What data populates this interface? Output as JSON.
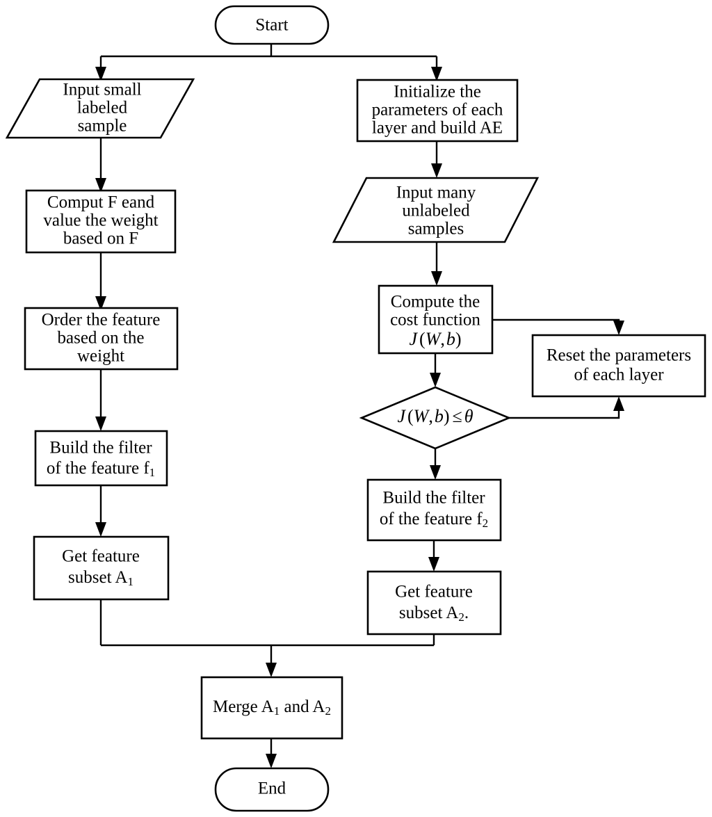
{
  "diagram": {
    "title": "Feature selection flowchart combining labeled-sample filtering and autoencoder training",
    "type": "flowchart",
    "background_color": "#ffffff",
    "line_color": "#000000",
    "fill_color": "#ffffff"
  },
  "nodes": {
    "start": {
      "label": "Start",
      "shape": "terminator"
    },
    "input_small_labeled": {
      "line1": "Input small",
      "line2": "labeled",
      "line3": "sample",
      "shape": "parallelogram"
    },
    "comput_f": {
      "line1": "Comput F eand",
      "line2": "value the weight",
      "line3": "based on F",
      "shape": "process"
    },
    "order_feature": {
      "line1": "Order the feature",
      "line2": "based on the",
      "line3": "weight",
      "shape": "process"
    },
    "build_filter_f1": {
      "line1": "Build the filter",
      "line2_prefix": "of the feature f",
      "line2_sub": "1",
      "shape": "process"
    },
    "get_subset_a1": {
      "line1": "Get feature",
      "line2_prefix": "subset A",
      "line2_sub": "1",
      "line2_suffix": "",
      "shape": "process"
    },
    "initialize_params": {
      "line1": "Initialize the",
      "line2": "parameters of each",
      "line3": "layer and build AE",
      "shape": "process"
    },
    "input_many_unlabeled": {
      "line1": "Input many",
      "line2": "unlabeled",
      "line3": "samples",
      "shape": "parallelogram"
    },
    "compute_cost": {
      "line1": "Compute the",
      "line2": "cost function",
      "formula": "J (W, b)",
      "formula_parts": {
        "j": "J",
        "open": "(",
        "w": "W",
        "comma": ",",
        "b": "b",
        "close": ")"
      },
      "shape": "process"
    },
    "decision_cost": {
      "formula": "J (W, b) ≤ θ",
      "formula_parts": {
        "j": "J",
        "open": "(",
        "w": "W",
        "comma": ",",
        "b": "b",
        "close": ")",
        "operator": "≤",
        "theta": "θ"
      },
      "shape": "decision"
    },
    "reset_params": {
      "line1": "Reset the parameters",
      "line2": "of each layer",
      "shape": "process"
    },
    "build_filter_f2": {
      "line1": "Build the filter",
      "line2_prefix": "of the feature f",
      "line2_sub": "2",
      "shape": "process"
    },
    "get_subset_a2": {
      "line1": "Get feature",
      "line2_prefix": "subset A",
      "line2_sub": "2",
      "line2_suffix": ".",
      "shape": "process"
    },
    "merge": {
      "prefix": "Merge A",
      "sub1": "1",
      "middle": " and A",
      "sub2": "2",
      "shape": "process"
    },
    "end": {
      "label": "End",
      "shape": "terminator"
    }
  },
  "edges": [
    {
      "from": "start",
      "to": "input_small_labeled",
      "label": ""
    },
    {
      "from": "start",
      "to": "initialize_params",
      "label": ""
    },
    {
      "from": "input_small_labeled",
      "to": "comput_f",
      "label": ""
    },
    {
      "from": "comput_f",
      "to": "order_feature",
      "label": ""
    },
    {
      "from": "order_feature",
      "to": "build_filter_f1",
      "label": ""
    },
    {
      "from": "build_filter_f1",
      "to": "get_subset_a1",
      "label": ""
    },
    {
      "from": "initialize_params",
      "to": "input_many_unlabeled",
      "label": ""
    },
    {
      "from": "input_many_unlabeled",
      "to": "compute_cost",
      "label": ""
    },
    {
      "from": "compute_cost",
      "to": "reset_params",
      "label": ""
    },
    {
      "from": "compute_cost",
      "to": "decision_cost",
      "label": ""
    },
    {
      "from": "decision_cost",
      "to": "reset_params",
      "label": ""
    },
    {
      "from": "decision_cost",
      "to": "build_filter_f2",
      "label": ""
    },
    {
      "from": "build_filter_f2",
      "to": "get_subset_a2",
      "label": ""
    },
    {
      "from": "get_subset_a1",
      "to": "merge",
      "label": ""
    },
    {
      "from": "get_subset_a2",
      "to": "merge",
      "label": ""
    },
    {
      "from": "merge",
      "to": "end",
      "label": ""
    }
  ]
}
